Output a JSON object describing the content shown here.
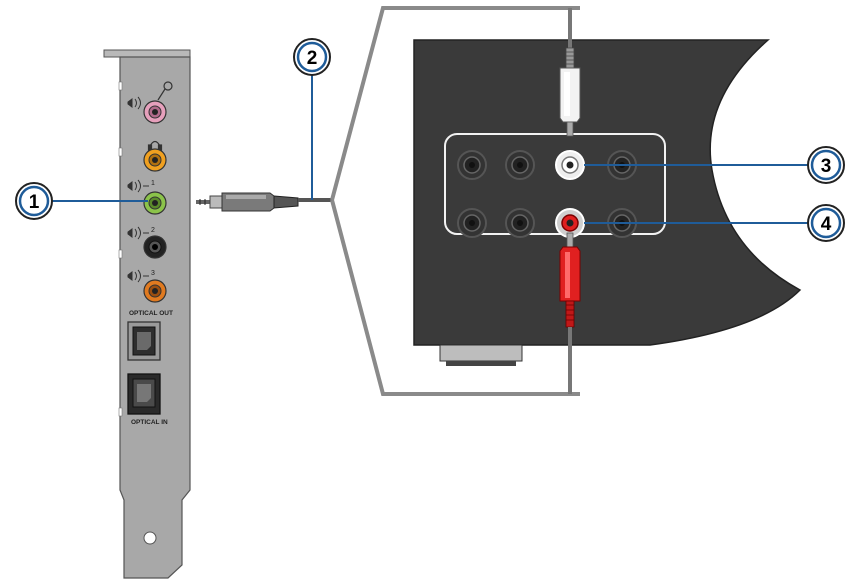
{
  "card": {
    "optical_out_label": "OPTICAL OUT",
    "optical_in_label": "OPTICAL IN",
    "port_numbers": [
      "1",
      "2",
      "3"
    ]
  },
  "callouts": [
    {
      "id": "1",
      "label": "1"
    },
    {
      "id": "2",
      "label": "2"
    },
    {
      "id": "3",
      "label": "3"
    },
    {
      "id": "4",
      "label": "4"
    }
  ],
  "colors": {
    "bracket": "#a8a8a8",
    "panel": "#3a3a3a",
    "callout_line": "#1f5c99",
    "mic_jack": "#e6a0bc",
    "headphone_jack": "#f0a020",
    "line_out_1": "#8bc34a",
    "line_out_2": "#222222",
    "line_out_3": "#e07a20",
    "rca_white": "#ffffff",
    "rca_red": "#e02020"
  }
}
